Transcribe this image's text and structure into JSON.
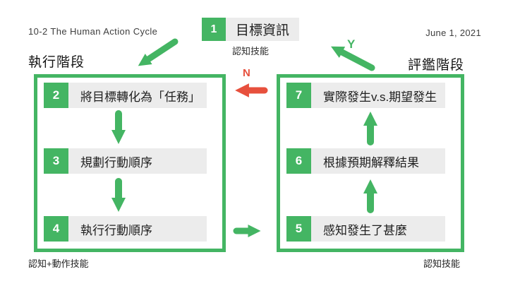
{
  "header": {
    "title": "10-2 The Human Action Cycle",
    "date": "June 1, 2021"
  },
  "top_node": {
    "number": "1",
    "label": "目標資訊",
    "caption": "認知技能"
  },
  "left_panel": {
    "title": "執行階段",
    "caption": "認知+動作技能",
    "steps": [
      {
        "number": "2",
        "label": "將目標轉化為「任務」"
      },
      {
        "number": "3",
        "label": "規劃行動順序"
      },
      {
        "number": "4",
        "label": "執行行動順序"
      }
    ]
  },
  "right_panel": {
    "title": "評鑑階段",
    "caption": "認知技能",
    "steps": [
      {
        "number": "7",
        "label": "實際發生v.s.期望發生"
      },
      {
        "number": "6",
        "label": "根據預期解釋結果"
      },
      {
        "number": "5",
        "label": "感知發生了甚麼"
      }
    ]
  },
  "connectors": {
    "yes_label": "Y",
    "no_label": "N"
  },
  "colors": {
    "green": "#44B563",
    "red": "#E7503D",
    "box_gray": "#ECECEC",
    "text": "#1F1F1F"
  }
}
